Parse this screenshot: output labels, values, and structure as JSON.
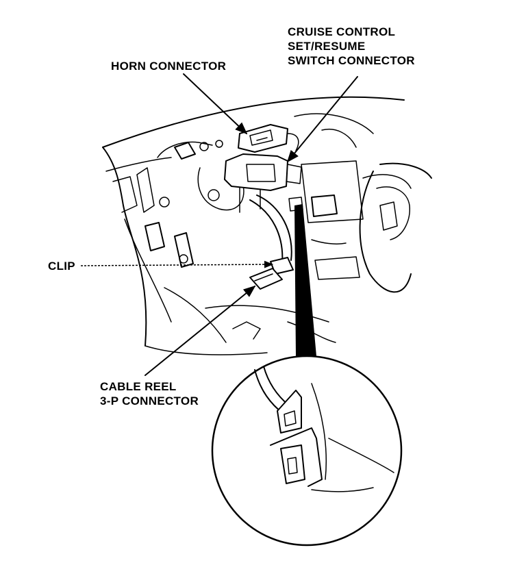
{
  "labels": {
    "horn": "HORN CONNECTOR",
    "cruise": [
      "CRUISE CONTROL",
      "SET/RESUME",
      "SWITCH CONNECTOR"
    ],
    "clip": "CLIP",
    "cable": [
      "CABLE REEL",
      "3-P CONNECTOR"
    ]
  },
  "colors": {
    "ink": "#000000",
    "paper": "#ffffff"
  }
}
